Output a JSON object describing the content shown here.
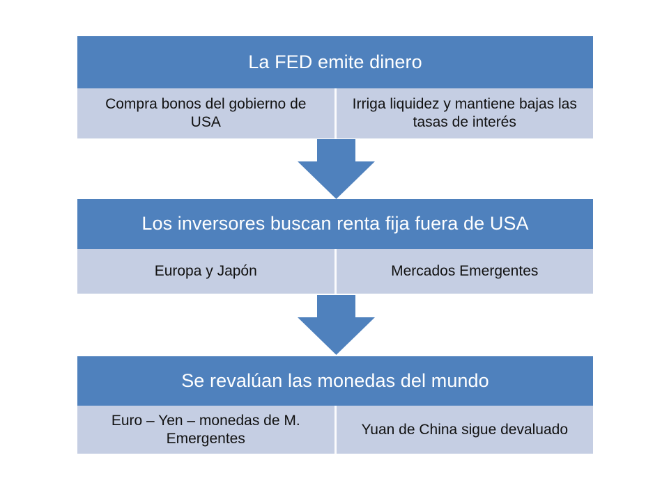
{
  "diagram": {
    "type": "vertical-process-flow",
    "background_color": "#FFFFFF",
    "header_color": "#4F81BD",
    "body_color": "#C5CEE3",
    "header_text_color": "#FFFFFF",
    "body_text_color": "#111111",
    "connector_color": "#4F81BD",
    "connector_icon": "down-arrow-icon",
    "stages": [
      {
        "title": "La FED emite dinero",
        "cells": [
          "Compra bonos del gobierno de USA",
          "Irriga liquidez y mantiene bajas las tasas de interés"
        ]
      },
      {
        "title": "Los inversores buscan renta fija fuera de USA",
        "cells": [
          "Europa y Japón",
          "Mercados Emergentes"
        ]
      },
      {
        "title": "Se revalúan las monedas del mundo",
        "cells": [
          "Euro – Yen – monedas de M. Emergentes",
          "Yuan de China sigue devaluado"
        ]
      }
    ]
  }
}
